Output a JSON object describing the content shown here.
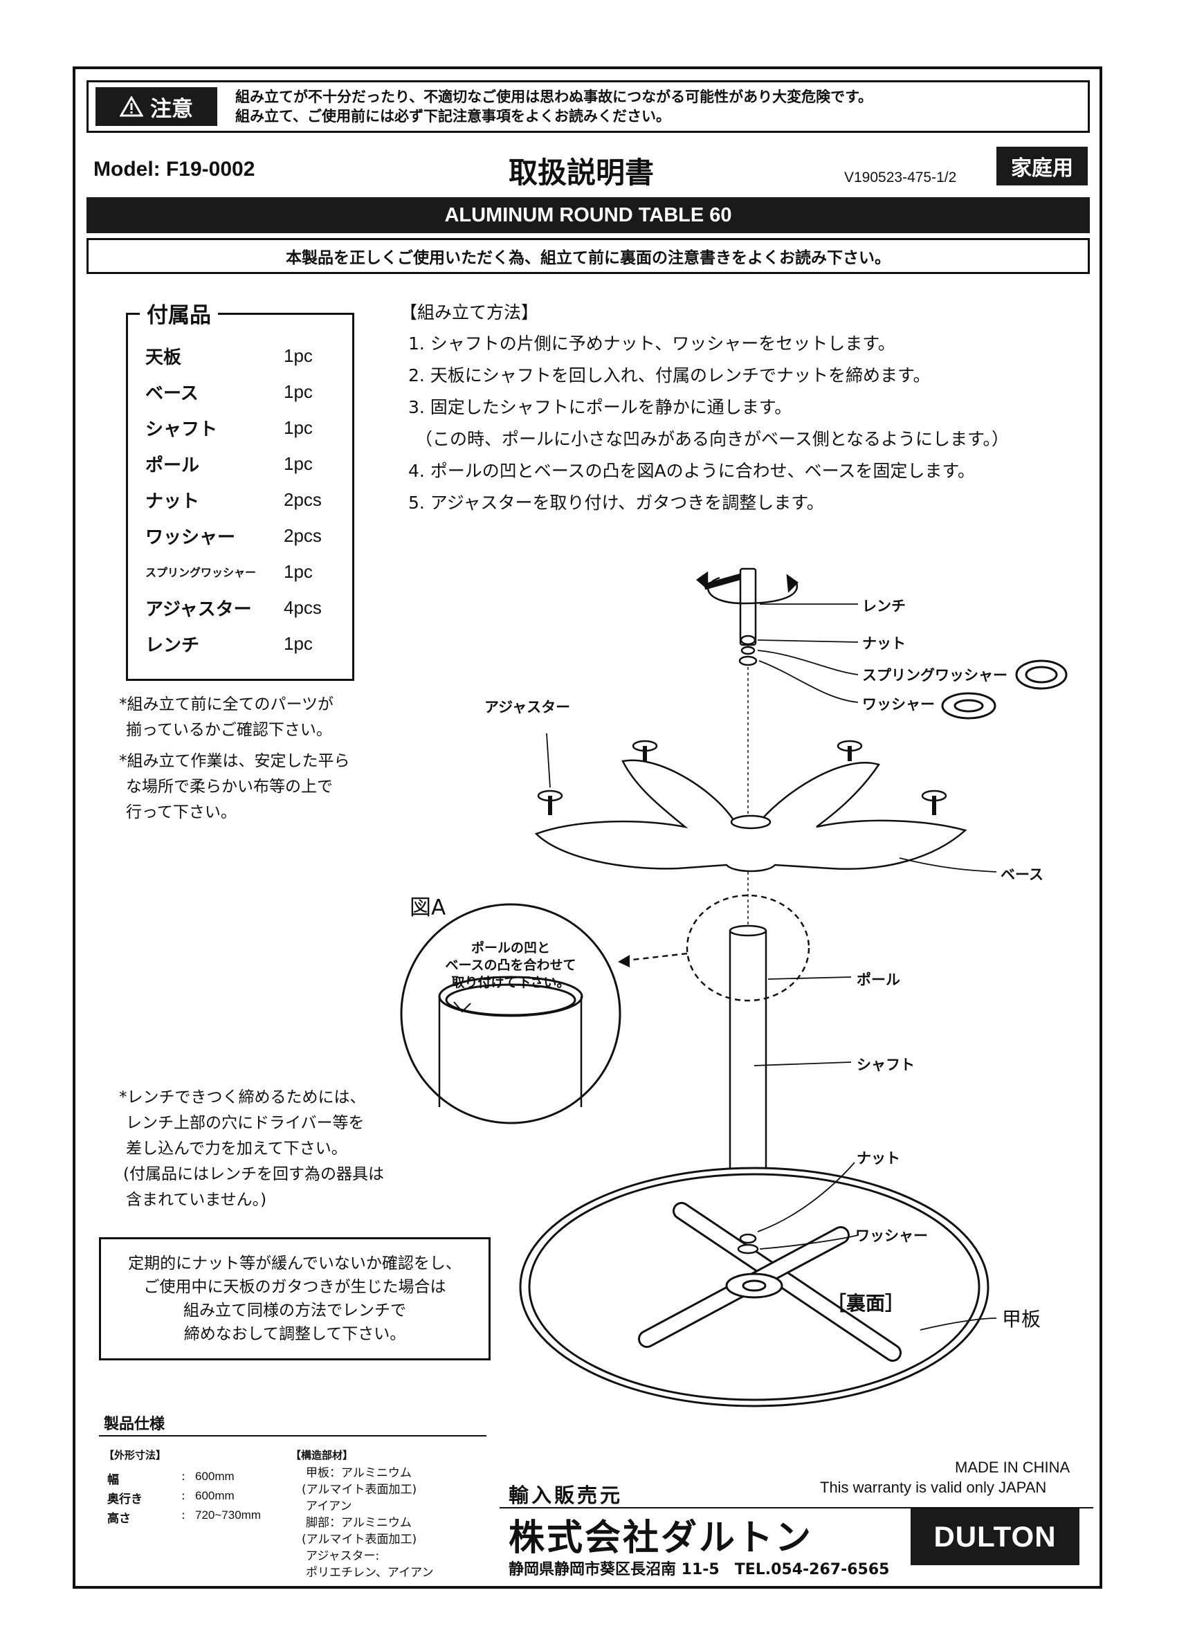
{
  "warning": {
    "label": "注意",
    "line1": "組み立てが不十分だったり、不適切なご使用は思わぬ事故につながる可能性があり大変危険です。",
    "line2": "組み立て、ご使用前には必ず下記注意事項をよくお読みください。"
  },
  "header": {
    "model": "Model: F19-0002",
    "title": "取扱説明書",
    "version": "V190523-475-1/2",
    "home_use": "家庭用"
  },
  "product_name": "ALUMINUM ROUND TABLE 60",
  "notice": "本製品を正しくご使用いただく為、組立て前に裏面の注意書きをよくお読み下さい。",
  "parts": {
    "title": "付属品",
    "items": [
      {
        "name": "天板",
        "qty": "1pc"
      },
      {
        "name": "ベース",
        "qty": "1pc"
      },
      {
        "name": "シャフト",
        "qty": "1pc"
      },
      {
        "name": "ポール",
        "qty": "1pc"
      },
      {
        "name": "ナット",
        "qty": "2pcs"
      },
      {
        "name": "ワッシャー",
        "qty": "2pcs"
      },
      {
        "name": "スプリングワッシャー",
        "qty": "1pc"
      },
      {
        "name": "アジャスター",
        "qty": "4pcs"
      },
      {
        "name": "レンチ",
        "qty": "1pc"
      }
    ]
  },
  "notes": {
    "n1a": "*組み立て前に全てのパーツが",
    "n1b": "揃っているかご確認下さい。",
    "n2a": "*組み立て作業は、安定した平ら",
    "n2b": "な場所で柔らかい布等の上で",
    "n2c": "行って下さい。",
    "n3a": "*レンチできつく締めるためには、",
    "n3b": "レンチ上部の穴にドライバー等を",
    "n3c": "差し込んで力を加えて下さい。",
    "n3d": "(付属品にはレンチを回す為の器具は",
    "n3e": "含まれていません。)"
  },
  "assembly": {
    "title": "【組み立て方法】",
    "s1": "1. シャフトの片側に予めナット、ワッシャーをセットします。",
    "s2": "2. 天板にシャフトを回し入れ、付属のレンチでナットを締めます。",
    "s3": "3. 固定したシャフトにポールを静かに通します。",
    "s3b": "（この時、ポールに小さな凹みがある向きがベース側となるようにします。）",
    "s4": "4.  ポールの凹とベースの凸を図Aのように合わせ、ベースを固定します。",
    "s5": "5. アジャスターを取り付け、ガタつきを調整します。"
  },
  "diagram": {
    "wrench": "レンチ",
    "nut_top": "ナット",
    "spring_washer": "スプリングワッシャー",
    "washer_top": "ワッシャー",
    "adjuster": "アジャスター",
    "base": "ベース",
    "figure_a": "図A",
    "fig_a_note1": "ポールの凹と",
    "fig_a_note2": "ベースの凸を合わせて",
    "fig_a_note3": "取り付けて下さい。",
    "pole": "ポール",
    "shaft": "シャフト",
    "nut_bottom": "ナット",
    "washer_bottom": "ワッシャー",
    "underside": "［裏面］",
    "tabletop": "甲板"
  },
  "tip": {
    "l1": "定期的にナット等が緩んでいないか確認をし、",
    "l2": "ご使用中に天板のガタつきが生じた場合は",
    "l3": "組み立て同様の方法でレンチで",
    "l4": "締めなおして調整して下さい。"
  },
  "specs": {
    "title": "製品仕様",
    "dims_title": "【外形寸法】",
    "width_label": "幅",
    "width_value": "600mm",
    "depth_label": "奥行き",
    "depth_value": "600mm",
    "height_label": "高さ",
    "height_value": "720~730mm",
    "colon": ":",
    "materials_title": "【構造部材】",
    "m1": "甲板：アルミニウム",
    "m2": "(アルマイト表面加工)",
    "m3": "アイアン",
    "m4": "脚部：アルミニウム",
    "m5": "(アルマイト表面加工)",
    "m6": "アジャスター:",
    "m7": "ポリエチレン、アイアン"
  },
  "footer": {
    "importer": "輸入販売元",
    "company": "株式会社ダルトン",
    "address": "静岡県静岡市葵区長沼南 11-5　TEL.054-267-6565",
    "made_in": "MADE IN CHINA",
    "warranty": "This warranty is valid only JAPAN",
    "logo": "DULTON"
  }
}
